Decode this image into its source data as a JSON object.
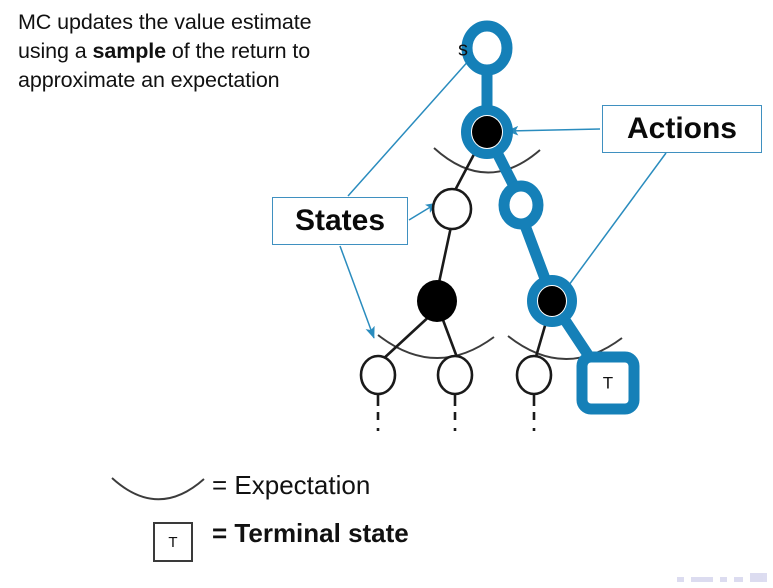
{
  "slide": {
    "title_text": {
      "line1_plain_a": "MC updates the value estimate",
      "line2_plain_a": "using a ",
      "line2_bold": "sample",
      "line2_plain_b": " of the return to",
      "line3_plain": "approximate an expectation",
      "full_text": "MC updates the value estimate using a sample of the return to approximate an expectation"
    },
    "callouts": {
      "states_label": "States",
      "actions_label": "Actions"
    },
    "diagram": {
      "root_state_label": "s",
      "terminal_node_label": "T",
      "node_types": {
        "state_open_circle": "state-node",
        "action_filled_circle": "action-node",
        "terminal_square": "terminal-node",
        "expectation_arc": "expectation-arc"
      },
      "highlighted_trajectory": [
        "root-state-s",
        "action-node-1",
        "state-node-highlighted",
        "action-node-2",
        "terminal-node-T"
      ],
      "leaf_count": 3,
      "dashed_continuation": "..."
    },
    "legend": {
      "expectation_symbol": "arc",
      "expectation_text": "= Expectation",
      "terminal_symbol_label": "T",
      "terminal_text": "= Terminal state"
    },
    "colors": {
      "accent_blue": "#1580B8",
      "callout_border_blue": "#3f90c0",
      "arrow_blue": "#2a8cbe",
      "node_black": "#111111",
      "background": "#ffffff",
      "nav_widget": "#8f8fd0"
    },
    "nav_widget": {
      "present": true,
      "label": "navigation-controls"
    }
  }
}
